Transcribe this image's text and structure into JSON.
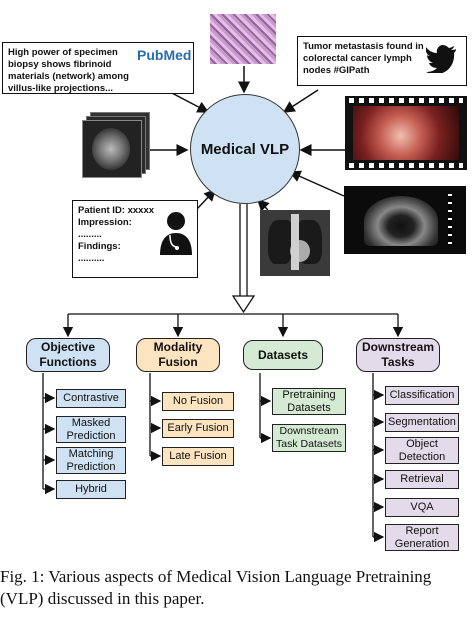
{
  "center": {
    "label": "Medical VLP"
  },
  "quotes": {
    "pubmed_text": "High power of specimen biopsy shows fibrinoid materials (network) among villus-like projections...",
    "pubmed_logo": "PubMed",
    "twitter_text": "Tumor metastasis found in colorectal cancer lymph nodes #GIPath",
    "patient_lines": [
      "Patient ID: xxxxx",
      "Impression:",
      ".........",
      "Findings:",
      ".........."
    ]
  },
  "categories": [
    {
      "label": "Objective Functions",
      "items": [
        "Contrastive",
        "Masked Prediction",
        "Matching Prediction",
        "Hybrid"
      ]
    },
    {
      "label": "Modality Fusion",
      "items": [
        "No Fusion",
        "Early Fusion",
        "Late Fusion"
      ]
    },
    {
      "label": "Datasets",
      "items": [
        "Pretraining Datasets",
        "Downstream Task Datasets"
      ]
    },
    {
      "label": "Downstream Tasks",
      "items": [
        "Classification",
        "Segmentation",
        "Object Detection",
        "Retrieval",
        "VQA",
        "Report Generation"
      ]
    }
  ],
  "caption": "Fig. 1: Various aspects of Medical Vision Language Pretraining (VLP) discussed in this paper.",
  "colors": {
    "blue": "#cfe2f3",
    "orange": "#fde4c1",
    "green": "#d5ead3",
    "purple": "#e3dbea"
  },
  "icons": [
    "pubmed-logo",
    "twitter-bird-icon",
    "doctor-icon",
    "mri-scan-image",
    "histology-image",
    "endoscopy-video-image",
    "ultrasound-image",
    "chest-xray-image"
  ]
}
